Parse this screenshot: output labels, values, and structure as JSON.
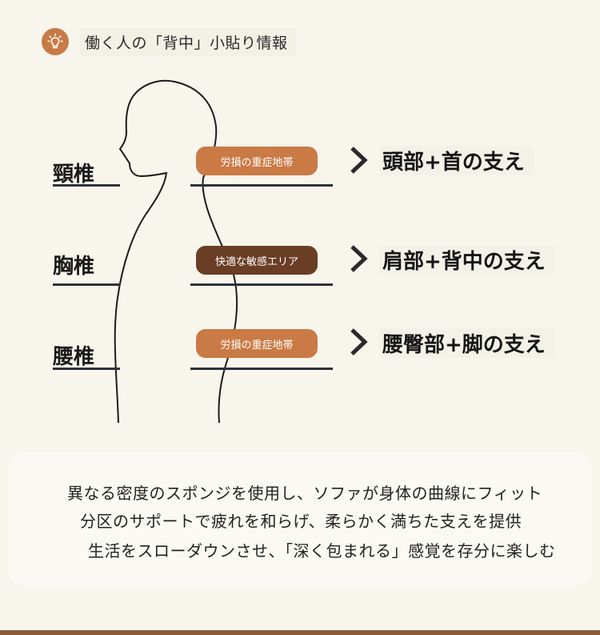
{
  "header": {
    "icon": "lightbulb-icon",
    "title": "働く人の「背中」小貼り情報"
  },
  "spine": [
    {
      "label": "頸椎",
      "pill": "労損の重症地帯",
      "pill_color": "#c97a45",
      "support": "頭部+首の支え"
    },
    {
      "label": "胸椎",
      "pill": "快適な敏感エリア",
      "pill_color": "#6a3d25",
      "support": "肩部+背中の支え"
    },
    {
      "label": "腰椎",
      "pill": "労損の重症地帯",
      "pill_color": "#c97a45",
      "support": "腰臀部+脚の支え"
    }
  ],
  "description": {
    "line1": "異なる密度のスポンジを使用し、ソファが身体の曲線にフィット",
    "line2": "分区のサポートで疲れを和らげ、柔らかく満ちた支えを提供",
    "line3": "生活をスローダウンさせ、「深く包まれる」感覚を存分に楽しむ"
  }
}
